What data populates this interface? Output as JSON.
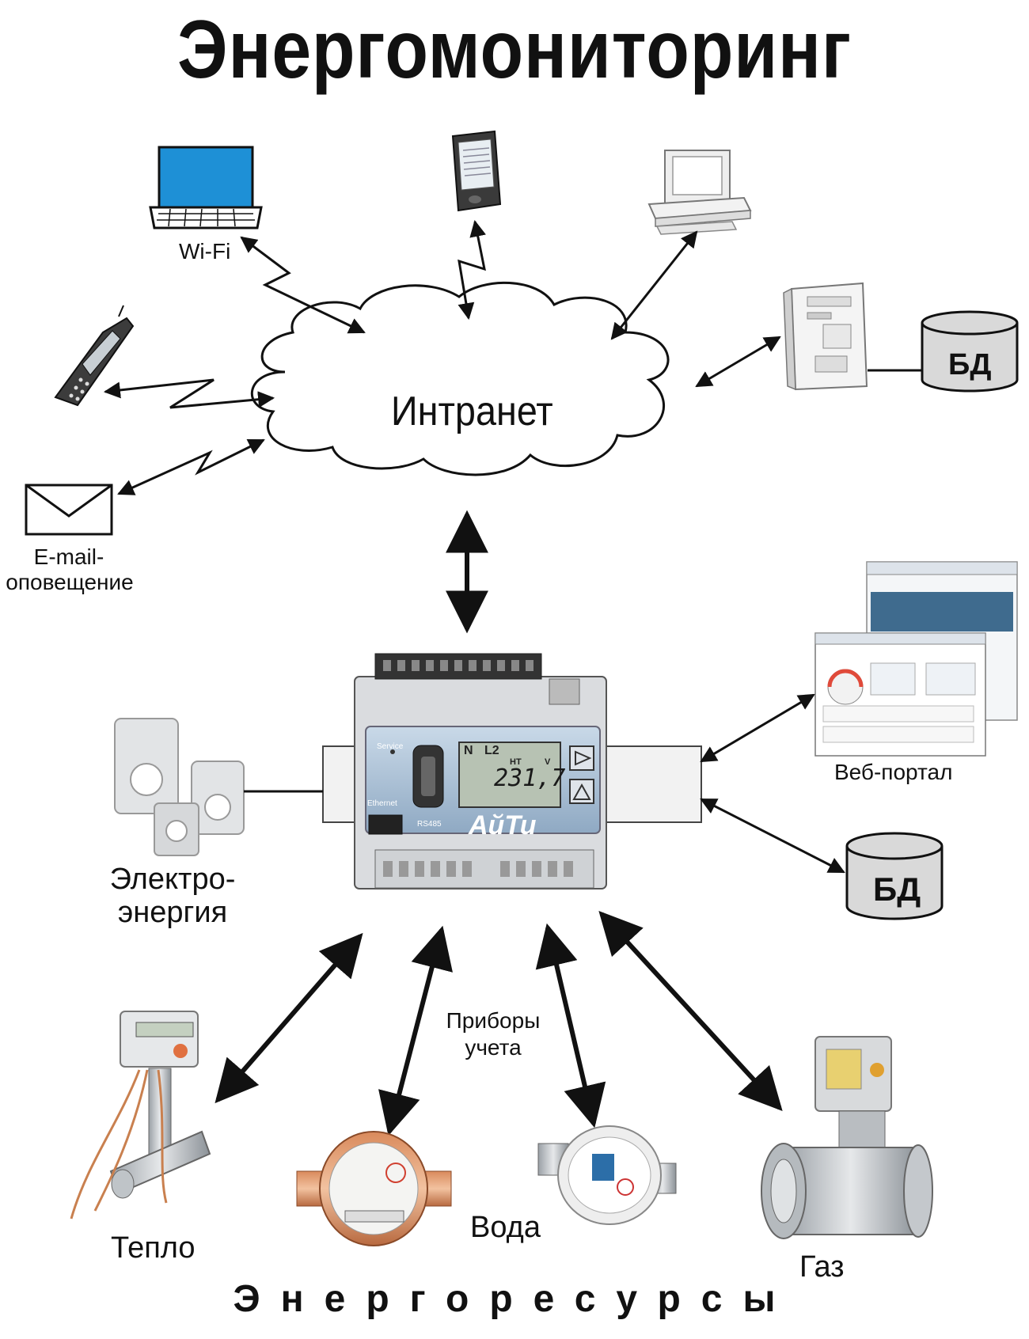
{
  "title": "Энергомониторинг",
  "cloud_label": "Интранет",
  "devices": {
    "wifi_label": "Wi-Fi",
    "email_line1": "E-mail-",
    "email_line2": "оповещение",
    "web_portal_label": "Веб-портал",
    "db_label_top": "БД",
    "db_label_bottom": "БД"
  },
  "controller": {
    "brand": "АйТи",
    "display_value": "231,7",
    "display_n": "N",
    "display_l2": "L2",
    "display_ht": "HT",
    "display_v": "V",
    "service_label": "Service",
    "ethernet_label": "Ethernet",
    "rs485_label": "RS485"
  },
  "sources": {
    "electricity_line1": "Электро-",
    "electricity_line2": "энергия",
    "meters_line1": "Приборы",
    "meters_line2": "учета",
    "heat_label": "Тепло",
    "water_label": "Вода",
    "gas_label": "Газ"
  },
  "footer": "Энергоресурсы"
}
